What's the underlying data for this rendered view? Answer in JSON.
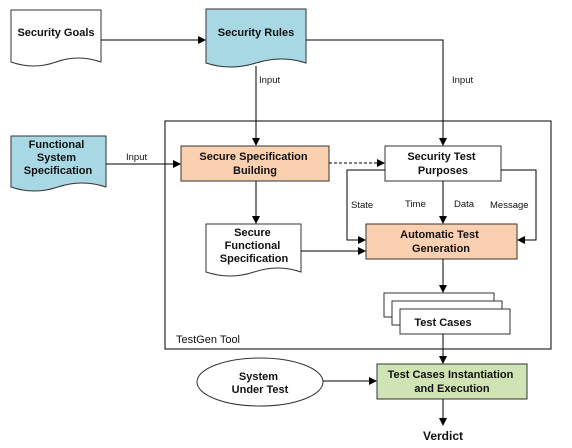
{
  "colors": {
    "doc_blue": "#a8d8e4",
    "process_orange": "#fbd0b0",
    "exec_green": "#cfe3b4",
    "plain": "#ffffff",
    "line": "#000000"
  },
  "nodes": {
    "security_goals": [
      "Security Goals"
    ],
    "security_rules": [
      "Security Rules"
    ],
    "functional_spec": [
      "Functional",
      "System",
      "Specification"
    ],
    "secure_spec_building": [
      "Secure Specification",
      "Building"
    ],
    "security_test_purposes": [
      "Security Test",
      "Purposes"
    ],
    "secure_functional_spec": [
      "Secure",
      "Functional",
      "Specification"
    ],
    "automatic_test_generation": [
      "Automatic Test",
      "Generation"
    ],
    "test_cases": [
      "Test Cases"
    ],
    "system_under_test": [
      "System",
      "Under Test"
    ],
    "test_instantiation": [
      "Test Cases Instantiation",
      "and Execution"
    ],
    "verdict": [
      "Verdict"
    ]
  },
  "edge_labels": {
    "input_rules_down": "Input",
    "input_rules_right": "Input",
    "input_functional": "Input",
    "state": "State",
    "time": "Time",
    "data": "Data",
    "message": "Message"
  },
  "tool_label": "TestGen Tool"
}
